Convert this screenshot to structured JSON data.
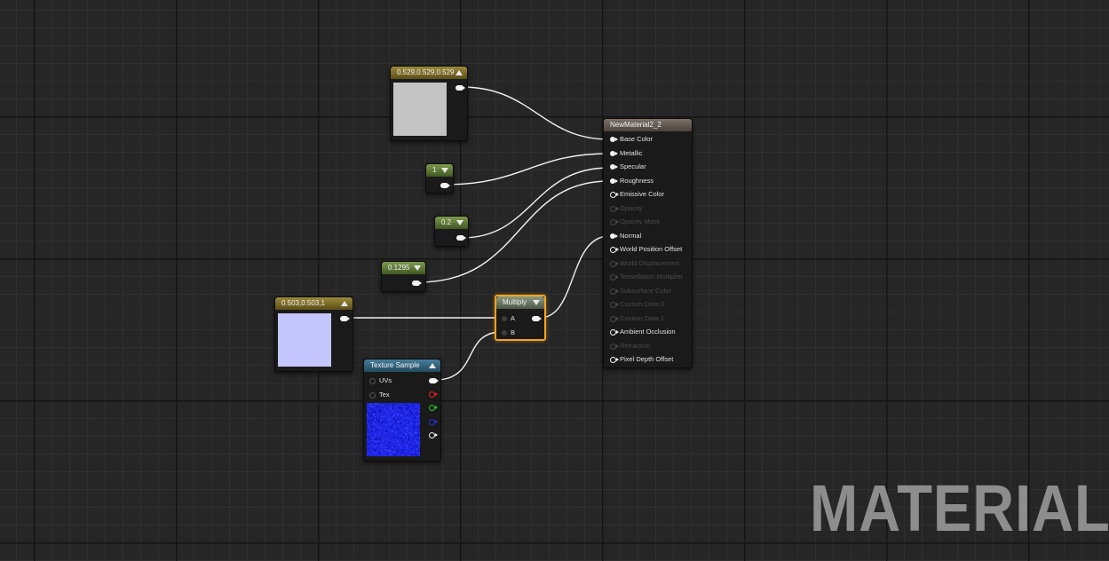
{
  "nodes": {
    "const3_gray": {
      "title": "0.529,0.529,0.529",
      "swatch_color": "#c3c3c3"
    },
    "const_metallic": {
      "value": "1"
    },
    "const_specular": {
      "value": "0.2"
    },
    "const_roughness": {
      "value": "0.1295"
    },
    "const3_lavender": {
      "title": "0.503,0.503,1",
      "swatch_color": "#c5c5fd"
    },
    "multiply": {
      "title": "Multiply",
      "inputs": [
        "A",
        "B"
      ]
    },
    "texture_sample": {
      "title": "Texture Sample",
      "inputs": [
        "UVs",
        "Tex"
      ],
      "preview_color": "#1f26e6"
    },
    "result": {
      "title": "NewMaterial2_2",
      "pins": [
        {
          "label": "Base Color",
          "state": "connected"
        },
        {
          "label": "Metallic",
          "state": "connected"
        },
        {
          "label": "Specular",
          "state": "connected"
        },
        {
          "label": "Roughness",
          "state": "connected"
        },
        {
          "label": "Emissive Color",
          "state": "enabled"
        },
        {
          "label": "Opacity",
          "state": "disabled"
        },
        {
          "label": "Opacity Mask",
          "state": "disabled"
        },
        {
          "label": "Normal",
          "state": "connected"
        },
        {
          "label": "World Position Offset",
          "state": "enabled"
        },
        {
          "label": "World Displacement",
          "state": "disabled"
        },
        {
          "label": "Tessellation Multiplier",
          "state": "disabled"
        },
        {
          "label": "Subsurface Color",
          "state": "disabled"
        },
        {
          "label": "Custom Data 0",
          "state": "disabled"
        },
        {
          "label": "Custom Data 1",
          "state": "disabled"
        },
        {
          "label": "Ambient Occlusion",
          "state": "enabled"
        },
        {
          "label": "Refraction",
          "state": "disabled"
        },
        {
          "label": "Pixel Depth Offset",
          "state": "enabled"
        }
      ]
    }
  },
  "watermark": "MATERIAL",
  "colors": {
    "grid_bg": "#262626",
    "selection_outline": "#f3a21f",
    "wire": "#f2f2f2"
  }
}
